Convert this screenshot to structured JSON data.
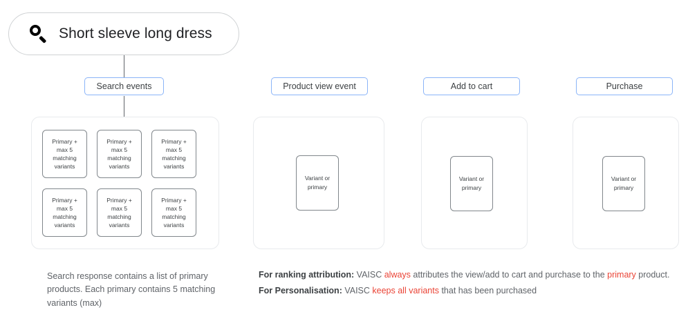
{
  "search": {
    "icon": "search-icon",
    "query": "Short sleeve long dress"
  },
  "stages": [
    {
      "label": "Search events"
    },
    {
      "label": "Product view event"
    },
    {
      "label": "Add to cart"
    },
    {
      "label": "Purchase"
    }
  ],
  "primary_grid": {
    "cell_text": "Primary + max 5 matching variants",
    "cells": [
      "Primary + max 5 matching variants",
      "Primary + max 5 matching variants",
      "Primary + max 5 matching variants",
      "Primary + max 5 matching variants",
      "Primary + max 5 matching variants",
      "Primary + max 5 matching variants"
    ],
    "rows": 2,
    "columns": 3
  },
  "variant_boxes": {
    "product_view": "Variant or primary",
    "add_to_cart": "Variant or primary",
    "purchase": "Variant or primary"
  },
  "captions": {
    "left": "Search response contains a list of primary products. Each primary contains 5 matching variants (max)",
    "ranking": {
      "label": "For ranking attribution:",
      "part1": " VAISC ",
      "highlight1": "always",
      "part2": " attributes the view/add to cart and purchase to the ",
      "highlight2": "primary",
      "part3": " product."
    },
    "personalisation": {
      "label": "For Personalisation:",
      "part1": " VAISC ",
      "highlight1": "keeps all variants",
      "part2": " that has been purchased"
    }
  },
  "colors": {
    "accent_blue": "#8ab4f8",
    "highlight_red": "#ea4335",
    "card_border": "#e8eaed",
    "box_border": "#80868b",
    "text": "#3c4043",
    "muted_text": "#5f6368"
  }
}
